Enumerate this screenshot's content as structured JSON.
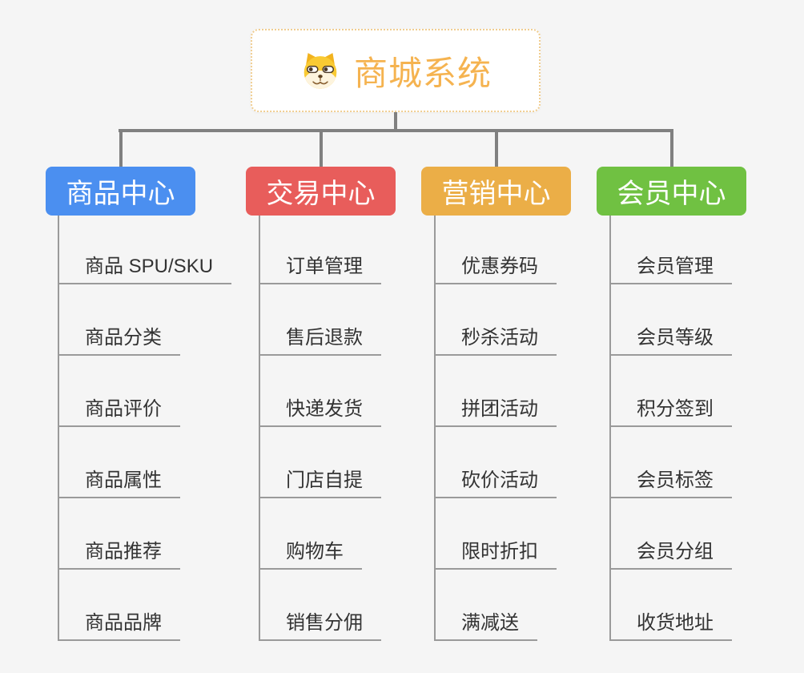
{
  "root": {
    "title": "商城系统",
    "icon": "dog-face-icon"
  },
  "branches": [
    {
      "label": "商品中心",
      "color": "#4b8ff0",
      "items": [
        "商品 SPU/SKU",
        "商品分类",
        "商品评价",
        "商品属性",
        "商品推荐",
        "商品品牌"
      ]
    },
    {
      "label": "交易中心",
      "color": "#e85d5b",
      "items": [
        "订单管理",
        "售后退款",
        "快递发货",
        "门店自提",
        "购物车",
        "销售分佣"
      ]
    },
    {
      "label": "营销中心",
      "color": "#ebae47",
      "items": [
        "优惠券码",
        "秒杀活动",
        "拼团活动",
        "砍价活动",
        "限时折扣",
        "满减送"
      ]
    },
    {
      "label": "会员中心",
      "color": "#70c142",
      "items": [
        "会员管理",
        "会员等级",
        "积分签到",
        "会员标签",
        "会员分组",
        "收货地址"
      ]
    }
  ],
  "colors": {
    "background": "#f5f5f5",
    "connector": "#808080",
    "leaf_line": "#9a9a9a",
    "leaf_text": "#333333",
    "root_bg": "#ffffff",
    "root_border": "#f0cd90",
    "root_text": "#f5b350",
    "branch_text": "#ffffff"
  }
}
